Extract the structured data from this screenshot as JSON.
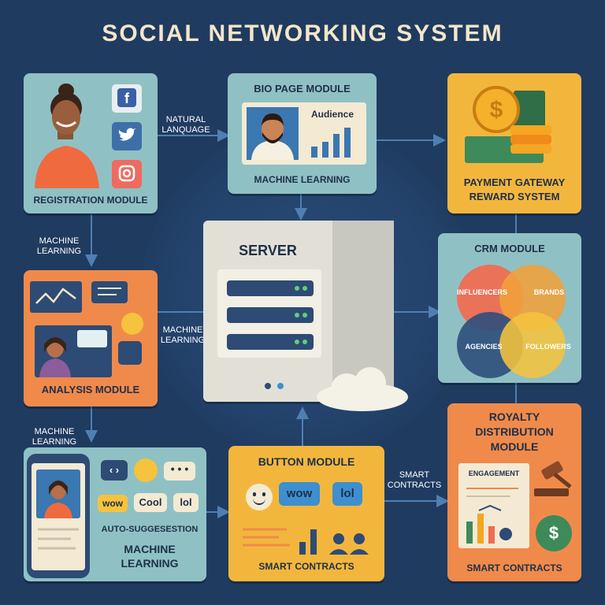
{
  "title": "SOCIAL NETWORKING SYSTEM",
  "modules": {
    "registration": "REGISTRATION MODULE",
    "bio_page": "BIO PAGE MODULE",
    "bio_audience": "Audience",
    "bio_ml": "MACHINE LEARNING",
    "payment": "PAYMENT GATEWAY\nREWARD SYSTEM",
    "server": "SERVER",
    "crm": "CRM MODULE",
    "crm_influencers": "INFLUENCERS",
    "crm_brands": "BRANDS",
    "crm_agencies": "AGENCIES",
    "crm_followers": "FOLLOWERS",
    "analysis": "ANALYSIS MODULE",
    "royalty": "ROYALTY\nDISTRIBUTION\nMODULE",
    "royalty_engagement": "ENGAGEMENT",
    "royalty_smart": "SMART CONTRACTS",
    "button": "BUTTON MODULE",
    "button_wow": "wow",
    "button_lol": "lol",
    "button_smart": "SMART CONTRACTS",
    "auto_wow": "wow",
    "auto_cool": "Cool",
    "auto_lol": "lol",
    "auto_suggestion": "AUTO-SUGGESESTION",
    "auto_ml": "MACHINE\nLEARNING"
  },
  "arrow_labels": {
    "natural_language": "NATURAL\nLANQUAGE",
    "ml_left": "MACHINE\nLEARNING",
    "ml_center": "MACHINE\nLEARNING",
    "ml_bottom_left": "MACHINE\nLEARNING",
    "smart_contracts": "SMART\nCONTRACTS"
  },
  "icons": {
    "facebook": "f",
    "dollar": "$",
    "code": "‹ ›"
  },
  "colors": {
    "background": "#1f3b60",
    "teal_card": "#8fc1c4",
    "orange_card": "#f08a4b",
    "yellow_card": "#f3b63d",
    "title": "#f3e6c9"
  }
}
